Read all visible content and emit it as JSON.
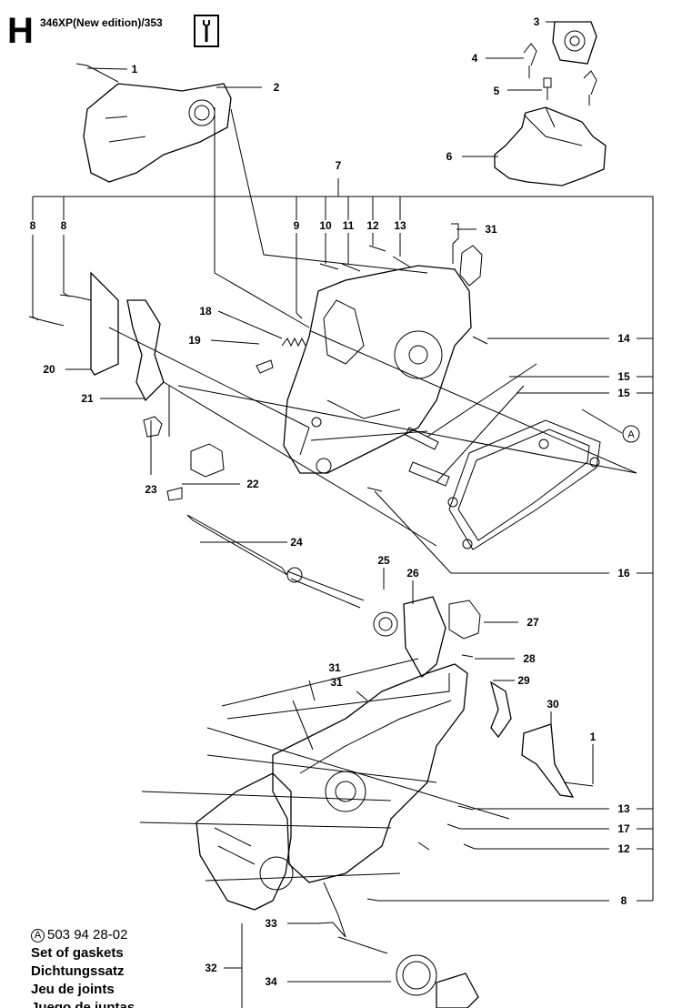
{
  "header": {
    "section_letter": "H",
    "model": "346XP(New edition)/353",
    "tool_icon": "wrench-icon"
  },
  "callouts": [
    {
      "id": "c1a",
      "label": "1"
    },
    {
      "id": "c2",
      "label": "2"
    },
    {
      "id": "c3",
      "label": "3"
    },
    {
      "id": "c4",
      "label": "4"
    },
    {
      "id": "c5",
      "label": "5"
    },
    {
      "id": "c6",
      "label": "6"
    },
    {
      "id": "c7",
      "label": "7"
    },
    {
      "id": "c8a",
      "label": "8"
    },
    {
      "id": "c8b",
      "label": "8"
    },
    {
      "id": "c9",
      "label": "9"
    },
    {
      "id": "c10",
      "label": "10"
    },
    {
      "id": "c11",
      "label": "11"
    },
    {
      "id": "c12a",
      "label": "12"
    },
    {
      "id": "c13a",
      "label": "13"
    },
    {
      "id": "c31a",
      "label": "31"
    },
    {
      "id": "c18",
      "label": "18"
    },
    {
      "id": "c19",
      "label": "19"
    },
    {
      "id": "c14",
      "label": "14"
    },
    {
      "id": "c20",
      "label": "20"
    },
    {
      "id": "c15a",
      "label": "15"
    },
    {
      "id": "c15b",
      "label": "15"
    },
    {
      "id": "c21",
      "label": "21"
    },
    {
      "id": "cA",
      "label": "A"
    },
    {
      "id": "c23",
      "label": "23"
    },
    {
      "id": "c22",
      "label": "22"
    },
    {
      "id": "c24",
      "label": "24"
    },
    {
      "id": "c25",
      "label": "25"
    },
    {
      "id": "c26",
      "label": "26"
    },
    {
      "id": "c16",
      "label": "16"
    },
    {
      "id": "c27",
      "label": "27"
    },
    {
      "id": "c28",
      "label": "28"
    },
    {
      "id": "c31b",
      "label": "31"
    },
    {
      "id": "c31c",
      "label": "31"
    },
    {
      "id": "c29",
      "label": "29"
    },
    {
      "id": "c30",
      "label": "30"
    },
    {
      "id": "c1b",
      "label": "1"
    },
    {
      "id": "c13b",
      "label": "13"
    },
    {
      "id": "c17",
      "label": "17"
    },
    {
      "id": "c12b",
      "label": "12"
    },
    {
      "id": "c8c",
      "label": "8"
    },
    {
      "id": "c33",
      "label": "33"
    },
    {
      "id": "c32",
      "label": "32"
    },
    {
      "id": "c34",
      "label": "34"
    }
  ],
  "legend": {
    "marker": "A",
    "part_number": "503 94 28-02",
    "lines": [
      "Set of gaskets",
      "Dichtungssatz",
      "Jeu de joints",
      "Juego de juntas"
    ]
  }
}
